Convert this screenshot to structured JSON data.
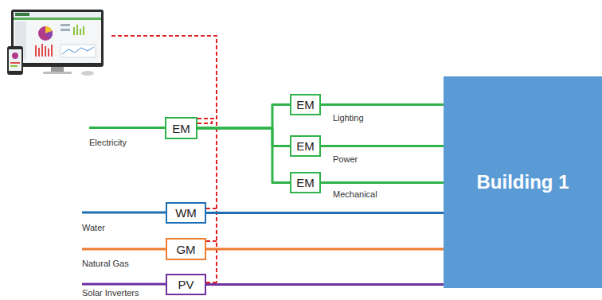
{
  "diagram": {
    "nodes": [
      {
        "text": [
          "EM"
        ]
      },
      {
        "text": [
          "EM"
        ]
      },
      {
        "text": [
          "EM"
        ]
      },
      {
        "text": [
          "EM"
        ]
      },
      {
        "text": [
          "WM"
        ]
      },
      {
        "text": [
          "GM"
        ]
      },
      {
        "text": [
          "PV"
        ]
      },
      {
        "text": [
          "Building 1"
        ]
      }
    ],
    "edges": [
      {
        "from": 0,
        "to": 1,
        "arrow": "none"
      },
      {
        "from": 0,
        "to": 2,
        "arrow": "none"
      },
      {
        "from": 0,
        "to": 3,
        "arrow": "none"
      },
      {
        "from": 1,
        "to": 7,
        "arrow": "none"
      },
      {
        "from": 2,
        "to": 7,
        "arrow": "none"
      },
      {
        "from": 3,
        "to": 7,
        "arrow": "none"
      },
      {
        "from": 4,
        "to": 7,
        "arrow": "none"
      },
      {
        "from": 5,
        "to": 7,
        "arrow": "none"
      },
      {
        "from": 6,
        "to": 7,
        "arrow": "none"
      }
    ],
    "labels": [
      "Electricity",
      "Lighting",
      "Power",
      "Mechanical",
      "Water",
      "Natural Gas",
      "Solar Inverters"
    ]
  }
}
